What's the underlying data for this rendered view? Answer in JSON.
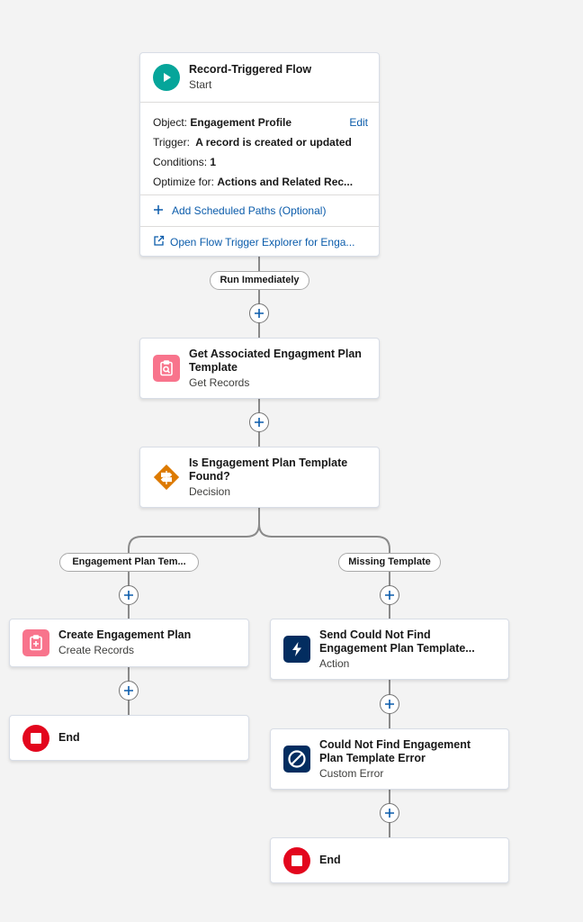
{
  "start": {
    "title": "Record-Triggered Flow",
    "subtitle": "Start",
    "object_label": "Object:",
    "object_value": "Engagement Profile",
    "edit_label": "Edit",
    "trigger_label": "Trigger:",
    "trigger_value": "A record is created or updated",
    "conditions_label": "Conditions:",
    "conditions_value": "1",
    "optimize_label": "Optimize for:",
    "optimize_value": "Actions and Related Rec...",
    "scheduled_paths_link": "Add Scheduled Paths (Optional)",
    "trigger_explorer_link": "Open Flow Trigger Explorer for Enga..."
  },
  "paths": {
    "run_immediately": "Run Immediately",
    "left_outcome": "Engagement Plan Tem...",
    "right_outcome": "Missing Template"
  },
  "nodes": {
    "get_records": {
      "title_line1": "Get Associated Engagment Plan",
      "title_line2": "Template",
      "subtitle": "Get Records"
    },
    "decision": {
      "title_line1": "Is Engagement Plan Template",
      "title_line2": "Found?",
      "subtitle": "Decision"
    },
    "create_records": {
      "title": "Create Engagement Plan",
      "subtitle": "Create Records"
    },
    "action": {
      "title_line1": "Send Could Not Find",
      "title_line2": "Engagement Plan Template...",
      "subtitle": "Action"
    },
    "custom_error": {
      "title_line1": "Could Not Find Engagement",
      "title_line2": "Plan Template Error",
      "subtitle": "Custom Error"
    },
    "end_left": {
      "title": "End"
    },
    "end_right": {
      "title": "End"
    }
  },
  "colors": {
    "start_icon": "#06a59a",
    "records_icon": "#f8748c",
    "decision_icon": "#dd7a01",
    "action_icon": "#032d60",
    "end_icon": "#e3061d",
    "link": "#0b5cab"
  }
}
